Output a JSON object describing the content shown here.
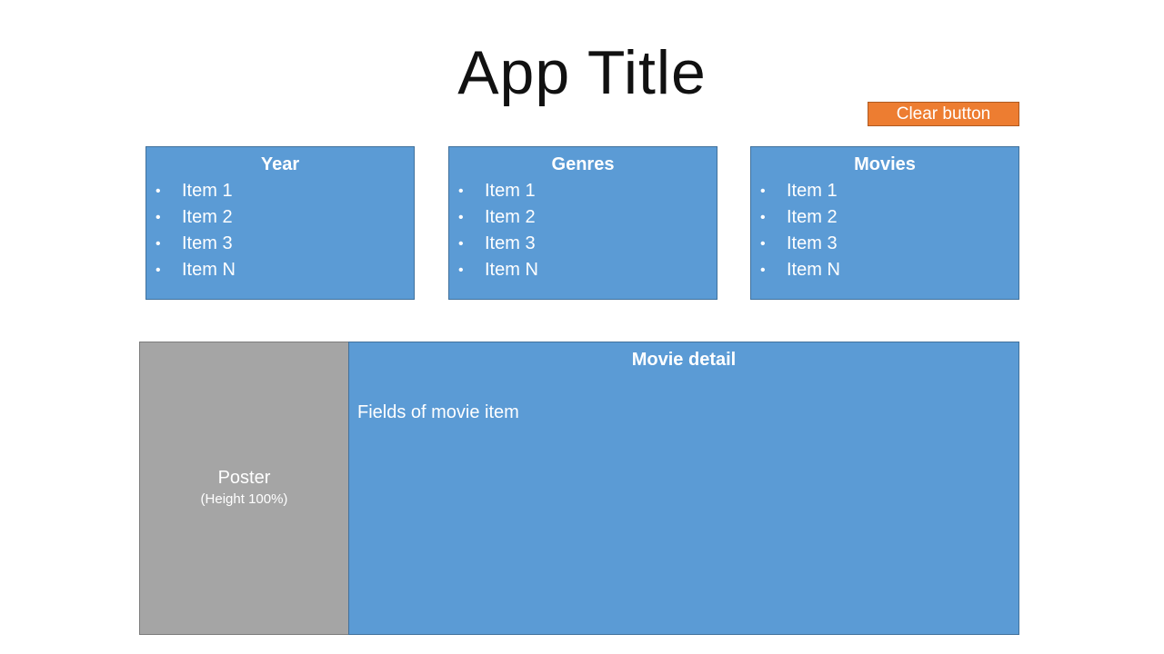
{
  "header": {
    "title": "App Title",
    "clear_button_label": "Clear button"
  },
  "lists": [
    {
      "title": "Year",
      "items": [
        "Item 1",
        "Item 2",
        "Item 3",
        "Item N"
      ]
    },
    {
      "title": "Genres",
      "items": [
        "Item 1",
        "Item 2",
        "Item 3",
        "Item N"
      ]
    },
    {
      "title": "Movies",
      "items": [
        "Item 1",
        "Item 2",
        "Item 3",
        "Item N"
      ]
    }
  ],
  "poster": {
    "label": "Poster",
    "sublabel": "(Height 100%)"
  },
  "detail": {
    "title": "Movie detail",
    "fields_text": "Fields of movie item"
  },
  "bullet": "•",
  "colors": {
    "panel_blue": "#5b9bd5",
    "panel_border": "#41719c",
    "button_orange": "#ed7d31",
    "poster_gray": "#a5a5a5"
  }
}
